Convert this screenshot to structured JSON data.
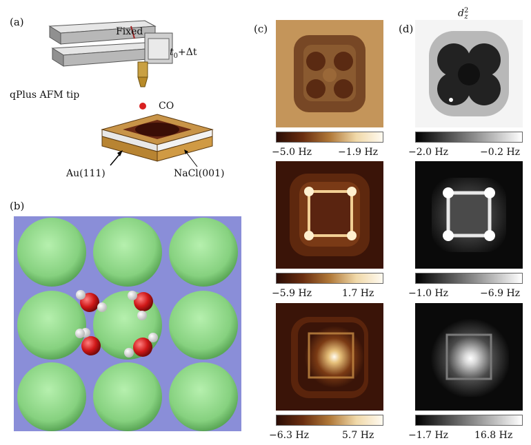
{
  "panels": {
    "a": {
      "letter": "(a)",
      "fixed": "Fixed",
      "time": "t",
      "time_sub": "0",
      "time_rest": "+Δt",
      "tip": "qPlus AFM tip",
      "co": "CO",
      "au": "Au(111)",
      "nacl": "NaCl(001)"
    },
    "b": {
      "letter": "(b)"
    },
    "c": {
      "letter": "(c)",
      "rows": [
        {
          "min": "−5.0 Hz",
          "max": "−1.9 Hz"
        },
        {
          "min": "−5.9 Hz",
          "max": "1.7 Hz"
        },
        {
          "min": "−6.3 Hz",
          "max": "5.7 Hz"
        }
      ]
    },
    "d": {
      "letter": "(d)",
      "title_base": "d",
      "title_sub": "z",
      "title_sup": "2",
      "rows": [
        {
          "min": "−2.0 Hz",
          "max": "−0.2 Hz"
        },
        {
          "min": "−1.0 Hz",
          "max": "−6.9 Hz"
        },
        {
          "min": "−1.7 Hz",
          "max": "16.8 Hz"
        }
      ]
    }
  },
  "colors": {
    "copper_dark": "#2a0c05",
    "copper_light": "#fff4df",
    "gray_dark": "#000000",
    "gray_light": "#ffffff",
    "green_atom": "#8fd98a",
    "blue_bg": "#8b8fd6",
    "oxygen": "#d81818",
    "hydrogen": "#f4f4f4"
  }
}
